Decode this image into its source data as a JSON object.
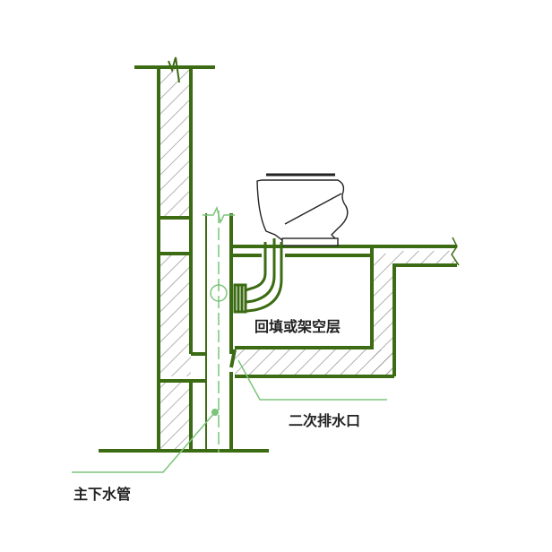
{
  "labels": {
    "backfill": "回填或架空层",
    "secondary_drain": "二次排水口",
    "main_drain_pipe": "主下水管"
  },
  "colors": {
    "structure": "#3b6b12",
    "leader": "#7cc47a",
    "hatch": "#9a9a9a"
  }
}
